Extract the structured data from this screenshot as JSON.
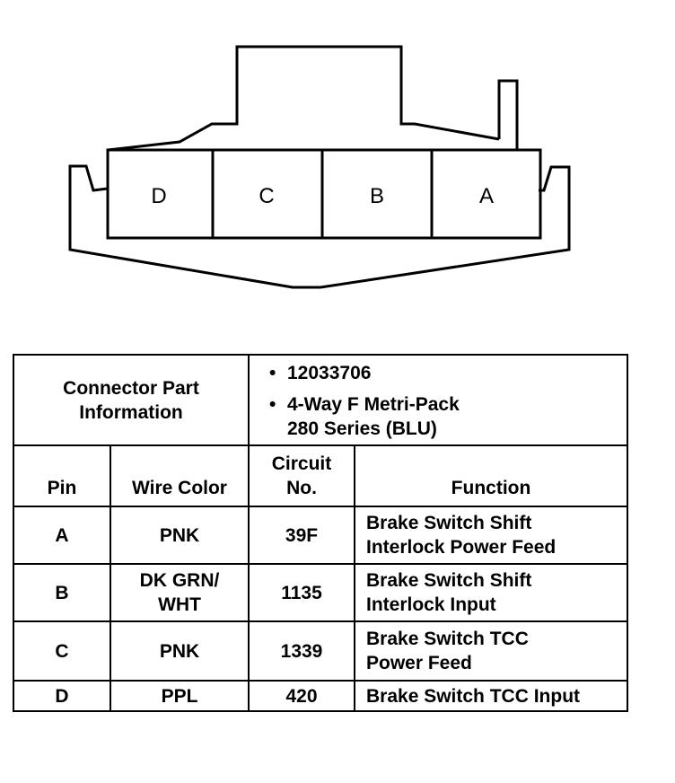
{
  "connector": {
    "pins": [
      "D",
      "C",
      "B",
      "A"
    ]
  },
  "part_info": {
    "header": [
      "Connector Part",
      "Information"
    ],
    "bullets": [
      {
        "mark": "•",
        "lines": [
          "12033706"
        ]
      },
      {
        "mark": "•",
        "lines": [
          "4-Way F Metri-Pack",
          "280 Series (BLU)"
        ]
      }
    ]
  },
  "columns": {
    "pin": "Pin",
    "wire_color": "Wire Color",
    "circuit": [
      "Circuit",
      "No."
    ],
    "function": "Function"
  },
  "rows": [
    {
      "pin": "A",
      "wire": [
        "PNK"
      ],
      "circuit": "39F",
      "function": [
        "Brake Switch Shift",
        "Interlock Power Feed"
      ]
    },
    {
      "pin": "B",
      "wire": [
        "DK GRN/",
        "WHT"
      ],
      "circuit": "1135",
      "function": [
        "Brake Switch Shift",
        "Interlock Input"
      ]
    },
    {
      "pin": "C",
      "wire": [
        "PNK"
      ],
      "circuit": "1339",
      "function": [
        "Brake Switch TCC",
        "Power Feed"
      ]
    },
    {
      "pin": "D",
      "wire": [
        "PPL"
      ],
      "circuit": "420",
      "function": [
        "Brake Switch TCC Input"
      ]
    }
  ]
}
